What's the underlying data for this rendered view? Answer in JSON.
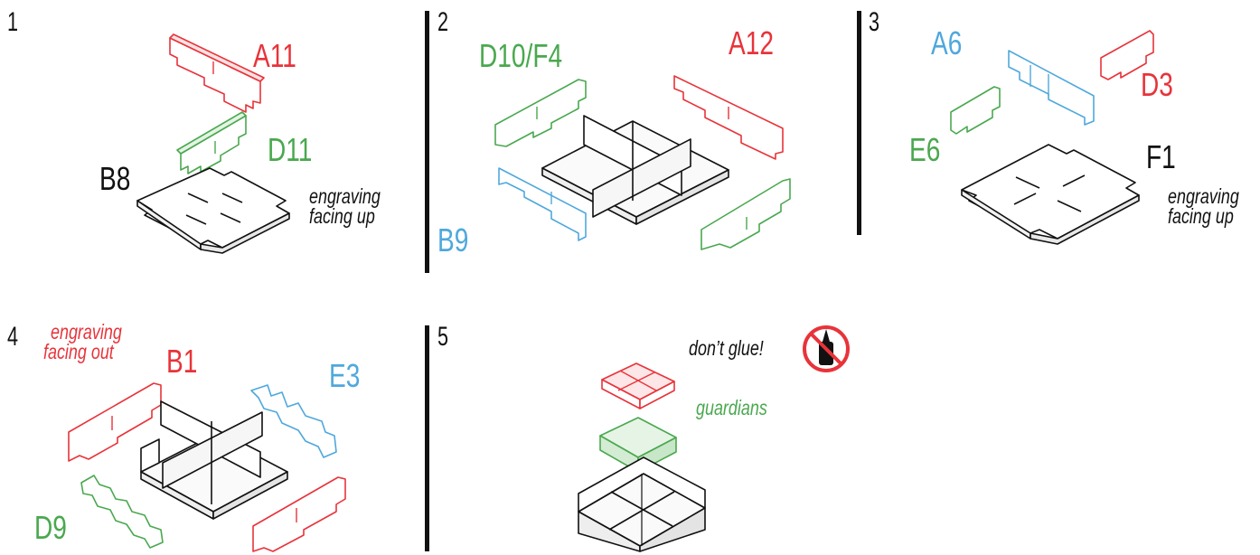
{
  "steps": [
    {
      "number": "1",
      "labels": [
        "A11",
        "D11",
        "B8"
      ],
      "note": [
        "engraving",
        "facing up"
      ]
    },
    {
      "number": "2",
      "labels": [
        "D10/F4",
        "A12",
        "B9"
      ]
    },
    {
      "number": "3",
      "labels": [
        "A6",
        "D3",
        "E6",
        "F1"
      ],
      "note": [
        "engraving",
        "facing up"
      ]
    },
    {
      "number": "4",
      "labels": [
        "B1",
        "E3",
        "D9"
      ],
      "note": [
        "engraving",
        "facing out"
      ]
    },
    {
      "number": "5",
      "note_glue": "don’t glue!",
      "note_guardians": "guardians"
    }
  ],
  "colors": {
    "red": "#e8333a",
    "green": "#4aa84f",
    "blue": "#4fa8dc",
    "black": "#111111"
  },
  "icons": [
    "no-glue-icon"
  ]
}
